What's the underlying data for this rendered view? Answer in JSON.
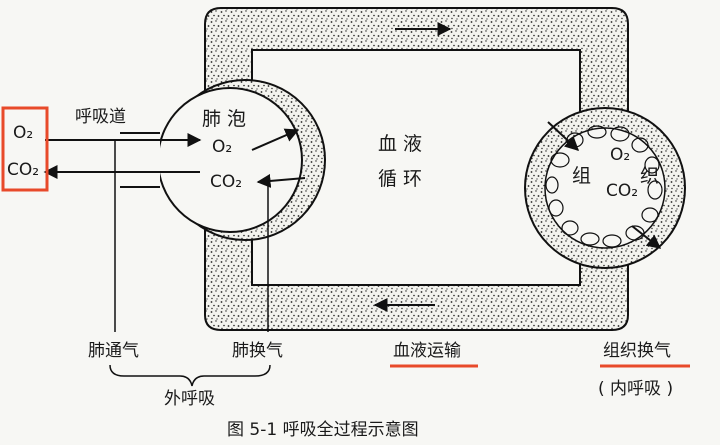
{
  "diagram": {
    "caption": "图 5-1    呼吸全过程示意图",
    "gas_box": {
      "o2": "O₂",
      "co2": "CO₂"
    },
    "airway_label": "呼吸道",
    "alveolus": {
      "title": "肺 泡",
      "o2": "O₂",
      "co2": "CO₂"
    },
    "blood_circulation": {
      "line1": "血 液",
      "line2": "循 环"
    },
    "tissue": {
      "o2": "O₂",
      "co2": "CO₂",
      "label_left": "组",
      "label_right": "织"
    },
    "bottom_labels": {
      "pulmonary_ventilation": "肺通气",
      "pulmonary_exchange": "肺换气",
      "blood_transport": "血液运输",
      "tissue_exchange": "组织换气",
      "external_respiration": "外呼吸",
      "internal_respiration": "( 内呼吸 )"
    },
    "colors": {
      "highlight": "#e84a2a",
      "ink": "#1a1a1a",
      "speckle_bg": "#f3f3ee"
    }
  }
}
